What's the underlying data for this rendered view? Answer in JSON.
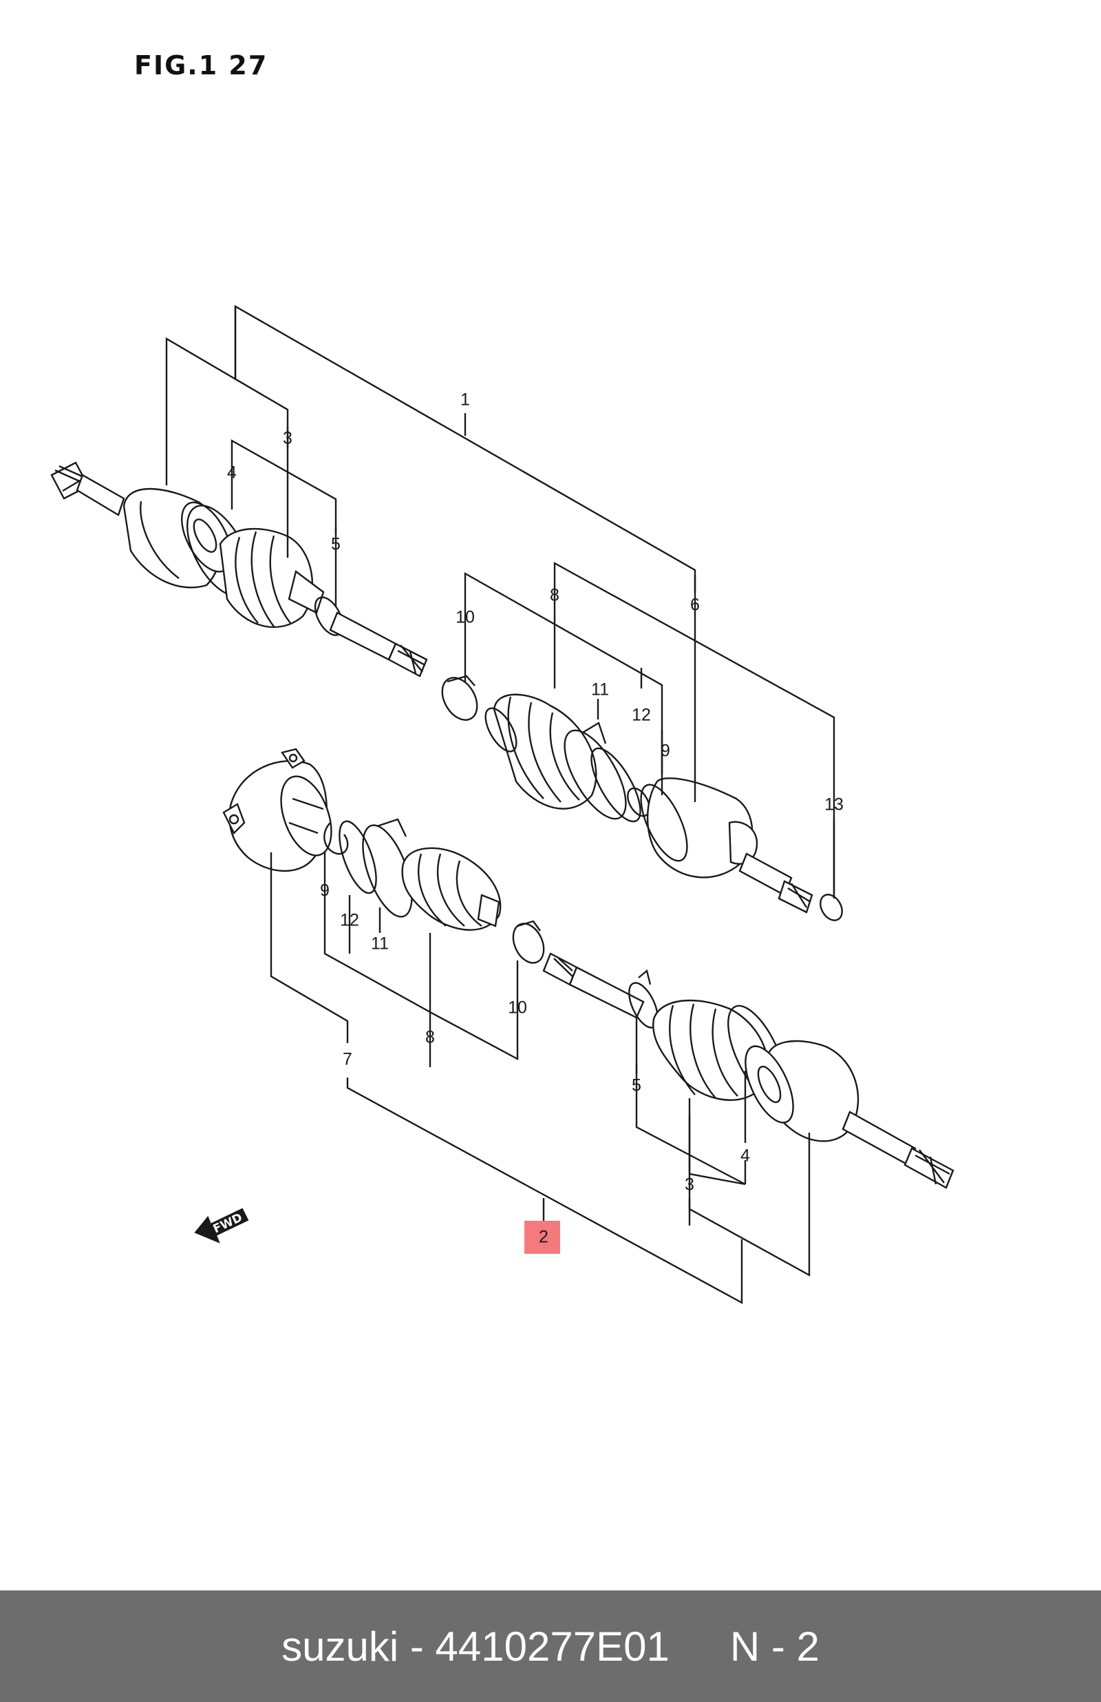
{
  "figure": {
    "title": "FIG.1 27",
    "fwd_label": "FWD"
  },
  "callouts": {
    "c1": "1",
    "c2": "2",
    "c3a": "3",
    "c3b": "3",
    "c4a": "4",
    "c4b": "4",
    "c5a": "5",
    "c5b": "5",
    "c6": "6",
    "c7": "7",
    "c8a": "8",
    "c8b": "8",
    "c9a": "9",
    "c9b": "9",
    "c10a": "10",
    "c10b": "10",
    "c11a": "11",
    "c11b": "11",
    "c12a": "12",
    "c12b": "12",
    "c13": "13"
  },
  "highlight": {
    "callout": "2",
    "color": "#f47a7e"
  },
  "footer": {
    "brand_part": "suzuki - 4410277E01",
    "quantity": "N - 2"
  }
}
